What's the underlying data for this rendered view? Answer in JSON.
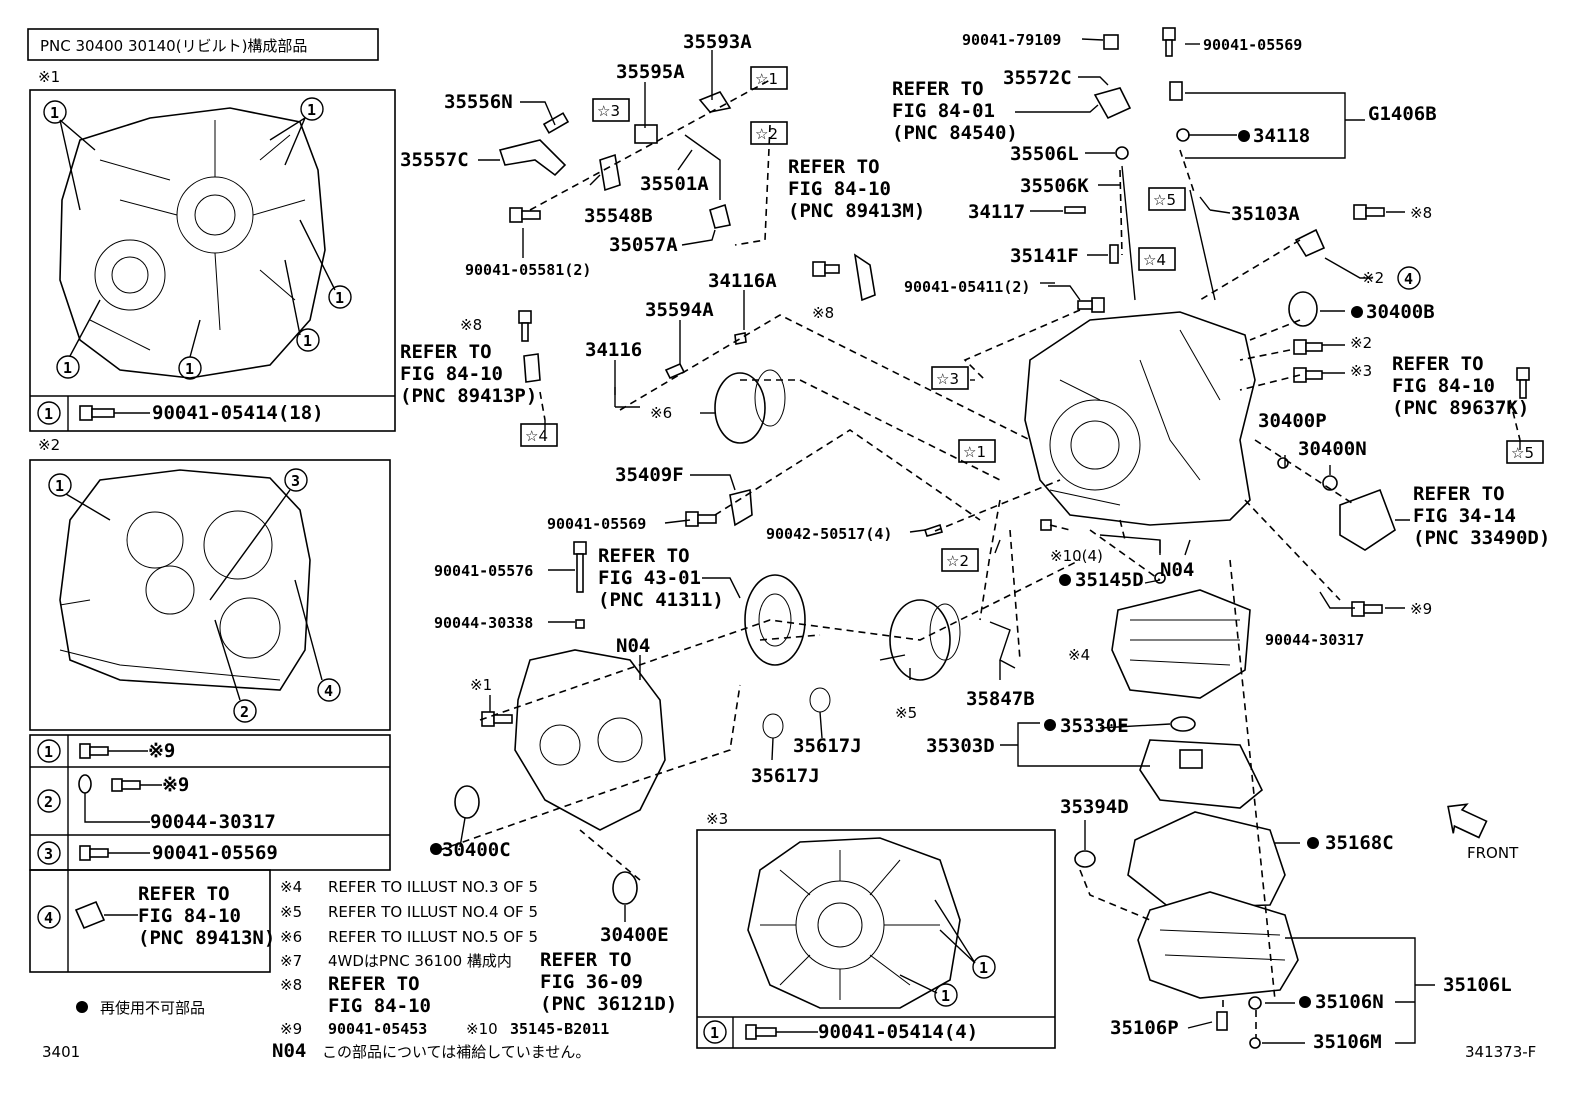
{
  "header": {
    "title": "PNC 30400 30140(リビルト)構成部品"
  },
  "inset1": {
    "mark": "※1",
    "circle": "1",
    "legend_part": "90041-05414(18)"
  },
  "inset2": {
    "mark": "※2",
    "rows": [
      {
        "n": "1",
        "text": "※9"
      },
      {
        "n": "2",
        "text": "※9",
        "sub": "90044-30317"
      },
      {
        "n": "3",
        "text": "90041-05569"
      },
      {
        "n": "4",
        "refer": "REFER TO",
        "fig": "FIG 84-10",
        "pnc": "(PNC 89413N)"
      }
    ]
  },
  "inset3": {
    "mark": "※3",
    "legend_part": "90041-05414(4)"
  },
  "notes": [
    {
      "mark": "※4",
      "text": "REFER TO ILLUST NO.3 OF 5"
    },
    {
      "mark": "※5",
      "text": "REFER TO ILLUST NO.4 OF 5"
    },
    {
      "mark": "※6",
      "text": "REFER TO ILLUST NO.5 OF 5"
    },
    {
      "mark": "※7",
      "text": "4WDはPNC 36100 構成内"
    },
    {
      "mark": "※8",
      "text": "REFER TO"
    },
    {
      "mark": "",
      "text": "FIG 84-10"
    },
    {
      "mark": "※9",
      "text": "90041-05453"
    },
    {
      "mark": "※10",
      "text": "35145-B2011"
    }
  ],
  "note7_ref": {
    "a": "REFER TO",
    "b": "FIG 36-09",
    "c": "(PNC 36121D)"
  },
  "legend_dot": "再使用不可部品",
  "n04_note": {
    "mark": "N04",
    "text": "この部品については補給していません。"
  },
  "footer": {
    "left_code": "3401",
    "right_code": "341373-F"
  },
  "front_label": "FRONT",
  "labels": [
    {
      "t": "35593A"
    },
    {
      "t": "35595A"
    },
    {
      "t": "35556N"
    },
    {
      "t": "35557C"
    },
    {
      "t": "35501A"
    },
    {
      "t": "35548B"
    },
    {
      "t": "35057A"
    },
    {
      "t": "90041-05581(2)"
    },
    {
      "t": "34116A"
    },
    {
      "t": "35594A"
    },
    {
      "t": "34116"
    },
    {
      "t": "35409F"
    },
    {
      "t": "90041-05569"
    },
    {
      "t": "90041-05576"
    },
    {
      "t": "90044-30338"
    },
    {
      "t": "N04"
    },
    {
      "t": "30400C"
    },
    {
      "t": "30400E"
    },
    {
      "t": "35617J"
    },
    {
      "t": "35617J"
    },
    {
      "t": "90042-50517(4)"
    },
    {
      "t": "90041-79109"
    },
    {
      "t": "90041-05569"
    },
    {
      "t": "35572C"
    },
    {
      "t": "35506L"
    },
    {
      "t": "35506K"
    },
    {
      "t": "34117"
    },
    {
      "t": "35141F"
    },
    {
      "t": "90041-05411(2)"
    },
    {
      "t": "35103A"
    },
    {
      "t": "G1406B"
    },
    {
      "t": "34118"
    },
    {
      "t": "30400B"
    },
    {
      "t": "30400P"
    },
    {
      "t": "30400N"
    },
    {
      "t": "35145D"
    },
    {
      "t": "N04"
    },
    {
      "t": "90044-30317"
    },
    {
      "t": "35847B"
    },
    {
      "t": "35303D"
    },
    {
      "t": "35330E"
    },
    {
      "t": "35394D"
    },
    {
      "t": "35168C"
    },
    {
      "t": "35106L"
    },
    {
      "t": "35106N"
    },
    {
      "t": "35106P"
    },
    {
      "t": "35106M"
    }
  ],
  "refers": [
    {
      "a": "REFER TO",
      "b": "FIG 84-01",
      "c": "(PNC 84540)"
    },
    {
      "a": "REFER TO",
      "b": "FIG 84-10",
      "c": "(PNC 89413M)"
    },
    {
      "a": "REFER TO",
      "b": "FIG 84-10",
      "c": "(PNC 89413P)"
    },
    {
      "a": "REFER TO",
      "b": "FIG 43-01",
      "c": "(PNC 41311)"
    },
    {
      "a": "REFER TO",
      "b": "FIG 84-10",
      "c": "(PNC 89637K)"
    },
    {
      "a": "REFER TO",
      "b": "FIG 34-14",
      "c": "(PNC 33490D)"
    }
  ],
  "marks": {
    "s1": "※1",
    "s2": "※2",
    "s3": "※3",
    "s4": "※4",
    "s5": "※5",
    "s6": "※6",
    "s8": "※8",
    "s9": "※9",
    "s10": "※10(4)",
    "star1": "☆1",
    "star2": "☆2",
    "star3": "☆3",
    "star4": "☆4",
    "star5": "☆5"
  }
}
